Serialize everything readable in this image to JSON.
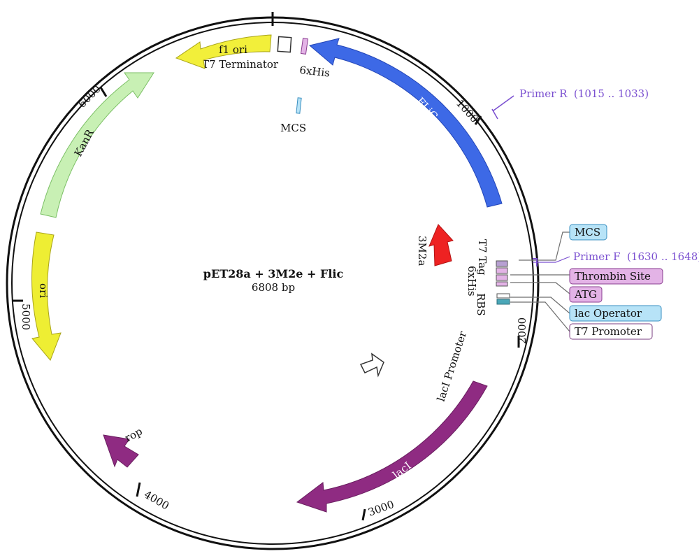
{
  "plasmid": {
    "name": "pET28a + 3M2e + Flic",
    "size": "6808 bp"
  },
  "ticks": {
    "t1000": "1000",
    "t2000": "2000",
    "t3000": "3000",
    "t4000": "4000",
    "t5000": "5000",
    "t6000": "6000"
  },
  "features": {
    "flic": "FLiC",
    "his6_top": "6xHis",
    "mcs_top": "MCS",
    "t7_terminator": "T7 Terminator",
    "f1_ori": "f1 ori",
    "kanr": "KanR",
    "ori": "ori",
    "rop": "rop",
    "laci": "lacI",
    "laci_promoter": "lacI Promoter",
    "m2a": "3M2a",
    "t7_tag": "T7 Tag",
    "his6_right": "6xHis",
    "rbs": "RBS"
  },
  "primers": {
    "primer_r": "Primer R  (1015 .. 1033)",
    "primer_f": "Primer F  (1630 .. 1648)"
  },
  "callouts": [
    {
      "label": "MCS",
      "fill": "#b7e3f7",
      "stroke": "#3a8fc0"
    },
    {
      "label": "Thrombin Site",
      "fill": "#e3b3e6",
      "stroke": "#8a3d90"
    },
    {
      "label": "ATG",
      "fill": "#e3b3e6",
      "stroke": "#8a3d90"
    },
    {
      "label": "lac Operator",
      "fill": "#b7e3f7",
      "stroke": "#3a8fc0"
    },
    {
      "label": "T7 Promoter",
      "fill": "#ffffff",
      "stroke": "#7a3d80"
    }
  ],
  "colors": {
    "flic": "#3d69e6",
    "f1_ori": "#f2ef3a",
    "kanr": "#c8f0b4",
    "ori": "#eeee33",
    "rop": "#8f2b82",
    "laci": "#8f2b82",
    "m2a": "#ee2222",
    "primer": "#7a4fd0"
  }
}
